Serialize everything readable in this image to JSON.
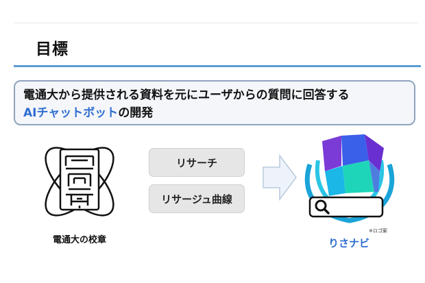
{
  "heading": "目標",
  "goal": {
    "line1": "電通大から提供される資料を元にユーザからの質問に回答する",
    "highlight": "AIチャットボット",
    "suffix": "の開発",
    "highlight_color": "#2f6ed0"
  },
  "emblem": {
    "caption": "電通大の校章",
    "icon": "university-emblem-icon"
  },
  "sources": [
    {
      "label": "リサーチ"
    },
    {
      "label": "リサージュ曲線"
    }
  ],
  "arrow": {
    "icon": "right-arrow-icon"
  },
  "logo": {
    "note": "※ロゴ案",
    "name": "りさナビ",
    "icon": "risanavi-logo-icon",
    "search_icon": "search-icon"
  },
  "colors": {
    "accent_rule": "#5b9bd5",
    "callout_border": "#8fa3bd",
    "brand_blue": "#2f6ed0"
  }
}
